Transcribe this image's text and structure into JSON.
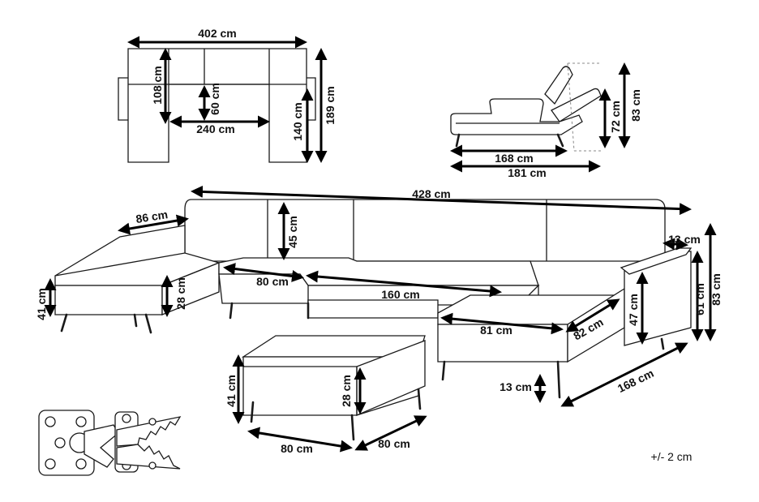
{
  "colors": {
    "line": "#1a1a1a",
    "dimension": "#000000",
    "background": "#ffffff"
  },
  "top_view": {
    "width_total": "402 cm",
    "depth_left": "108 cm",
    "depth_middle": "60 cm",
    "width_inner": "240 cm",
    "depth_chaise": "140 cm",
    "depth_total": "189 cm"
  },
  "recline_view": {
    "height_back": "72 cm",
    "height_total": "83 cm",
    "length_seat": "168 cm",
    "length_total": "181 cm"
  },
  "main_view": {
    "width_total": "428 cm",
    "armrest_depth": "86 cm",
    "back_height": "45 cm",
    "arm_width": "13 cm",
    "seat_width_single": "80 cm",
    "seat_width_double": "160 cm",
    "seat_height": "41 cm",
    "seat_cushion": "28 cm",
    "arm_height": "61 cm",
    "total_height": "83 cm",
    "arm_side_height": "47 cm",
    "chaise_width": "81 cm",
    "chaise_depth_top": "82 cm",
    "chaise_length": "168 cm",
    "leg_height": "13 cm"
  },
  "ottoman": {
    "height": "41 cm",
    "cushion": "28 cm",
    "width": "80 cm",
    "depth": "80 cm"
  },
  "tolerance": "+/- 2 cm"
}
